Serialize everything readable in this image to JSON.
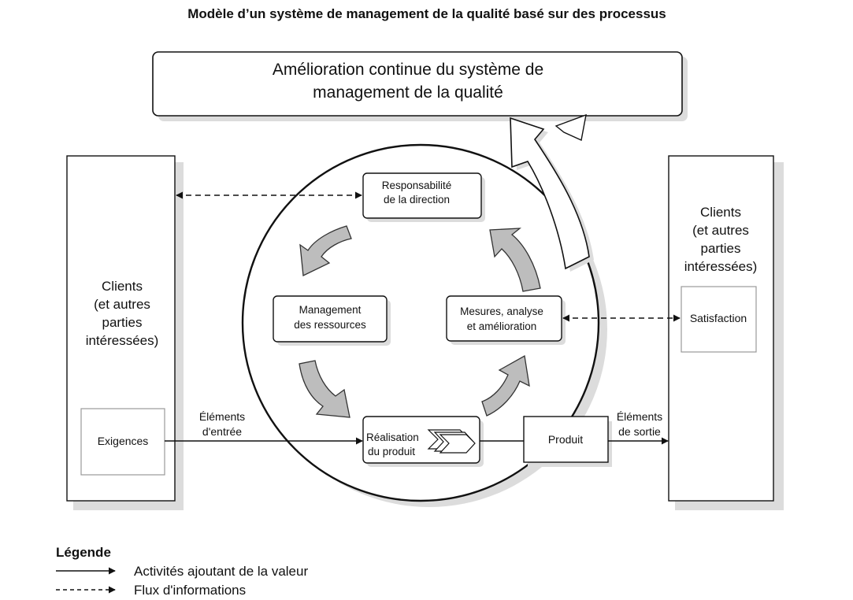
{
  "title": "Modèle d’un système de management de la qualité basé sur des processus",
  "improvement": {
    "line1": "Amélioration continue du système de",
    "line2": "management de la qualité"
  },
  "left_clients": {
    "line1": "Clients",
    "line2": "(et autres",
    "line3": "parties",
    "line4": "intéressées)",
    "requirements": "Exigences"
  },
  "right_clients": {
    "line1": "Clients",
    "line2": "(et autres",
    "line3": "parties",
    "line4": "intéressées)",
    "satisfaction": "Satisfaction"
  },
  "processes": {
    "responsibility": {
      "line1": "Responsabilité",
      "line2": "de la direction"
    },
    "resources": {
      "line1": "Management",
      "line2": "des ressources"
    },
    "measurement": {
      "line1": "Mesures, analyse",
      "line2": "et amélioration"
    },
    "realization": {
      "line1": "Réalisation",
      "line2": "du produit"
    }
  },
  "product": "Produit",
  "inputs": {
    "line1": "Éléments",
    "line2": "d'entrée"
  },
  "outputs": {
    "line1": "Éléments",
    "line2": "de sortie"
  },
  "legend": {
    "title": "Légende",
    "solid": "Activités ajoutant de la valeur",
    "dashed": "Flux d'informations"
  },
  "colors": {
    "stroke": "#111111",
    "shadow": "#d9d9d9",
    "arrow_fill": "#b8b8b8"
  }
}
